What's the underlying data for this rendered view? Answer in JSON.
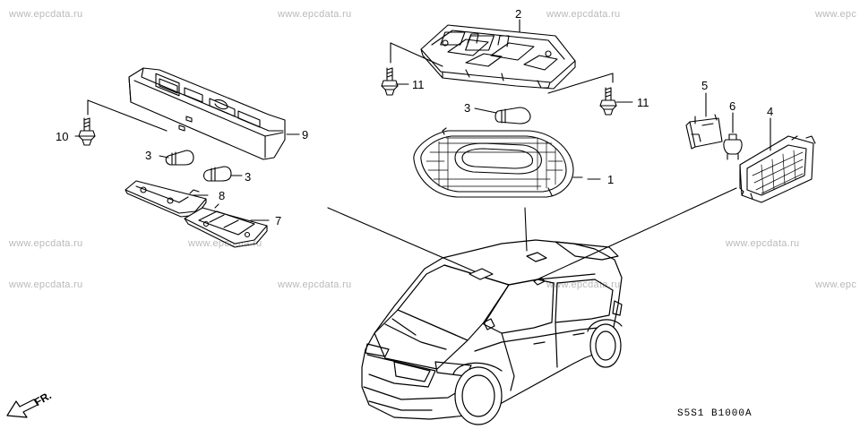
{
  "watermark": "www.epcdata.ru",
  "watermark_partial": "www.epc",
  "diagram_code": "S5S1  B1000A",
  "front_marker": "FR.",
  "callouts": {
    "p1": "1",
    "p2": "2",
    "p3a": "3",
    "p3b": "3",
    "p3c": "3",
    "p4": "4",
    "p5": "5",
    "p6": "6",
    "p7": "7",
    "p8": "8",
    "p9": "9",
    "p10": "10",
    "p11a": "11",
    "p11b": "11"
  }
}
